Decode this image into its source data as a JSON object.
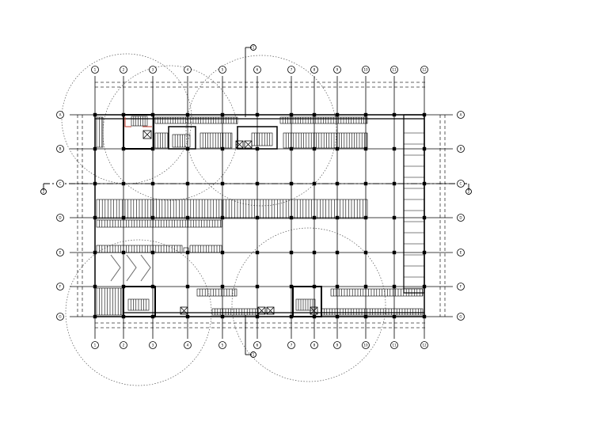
{
  "drawing": {
    "type": "architectural floor plan",
    "background": "#ffffff",
    "line_color": "#000000",
    "accent_color": "#c0392b",
    "top_axis_labels": [
      "1",
      "2",
      "3",
      "4",
      "5",
      "6",
      "7",
      "8",
      "9",
      "10",
      "11",
      "12"
    ],
    "side_axis_labels": [
      "A",
      "B",
      "C",
      "D",
      "E",
      "F",
      "G"
    ],
    "section_markers": [
      "1",
      "1",
      "2",
      "2"
    ]
  }
}
